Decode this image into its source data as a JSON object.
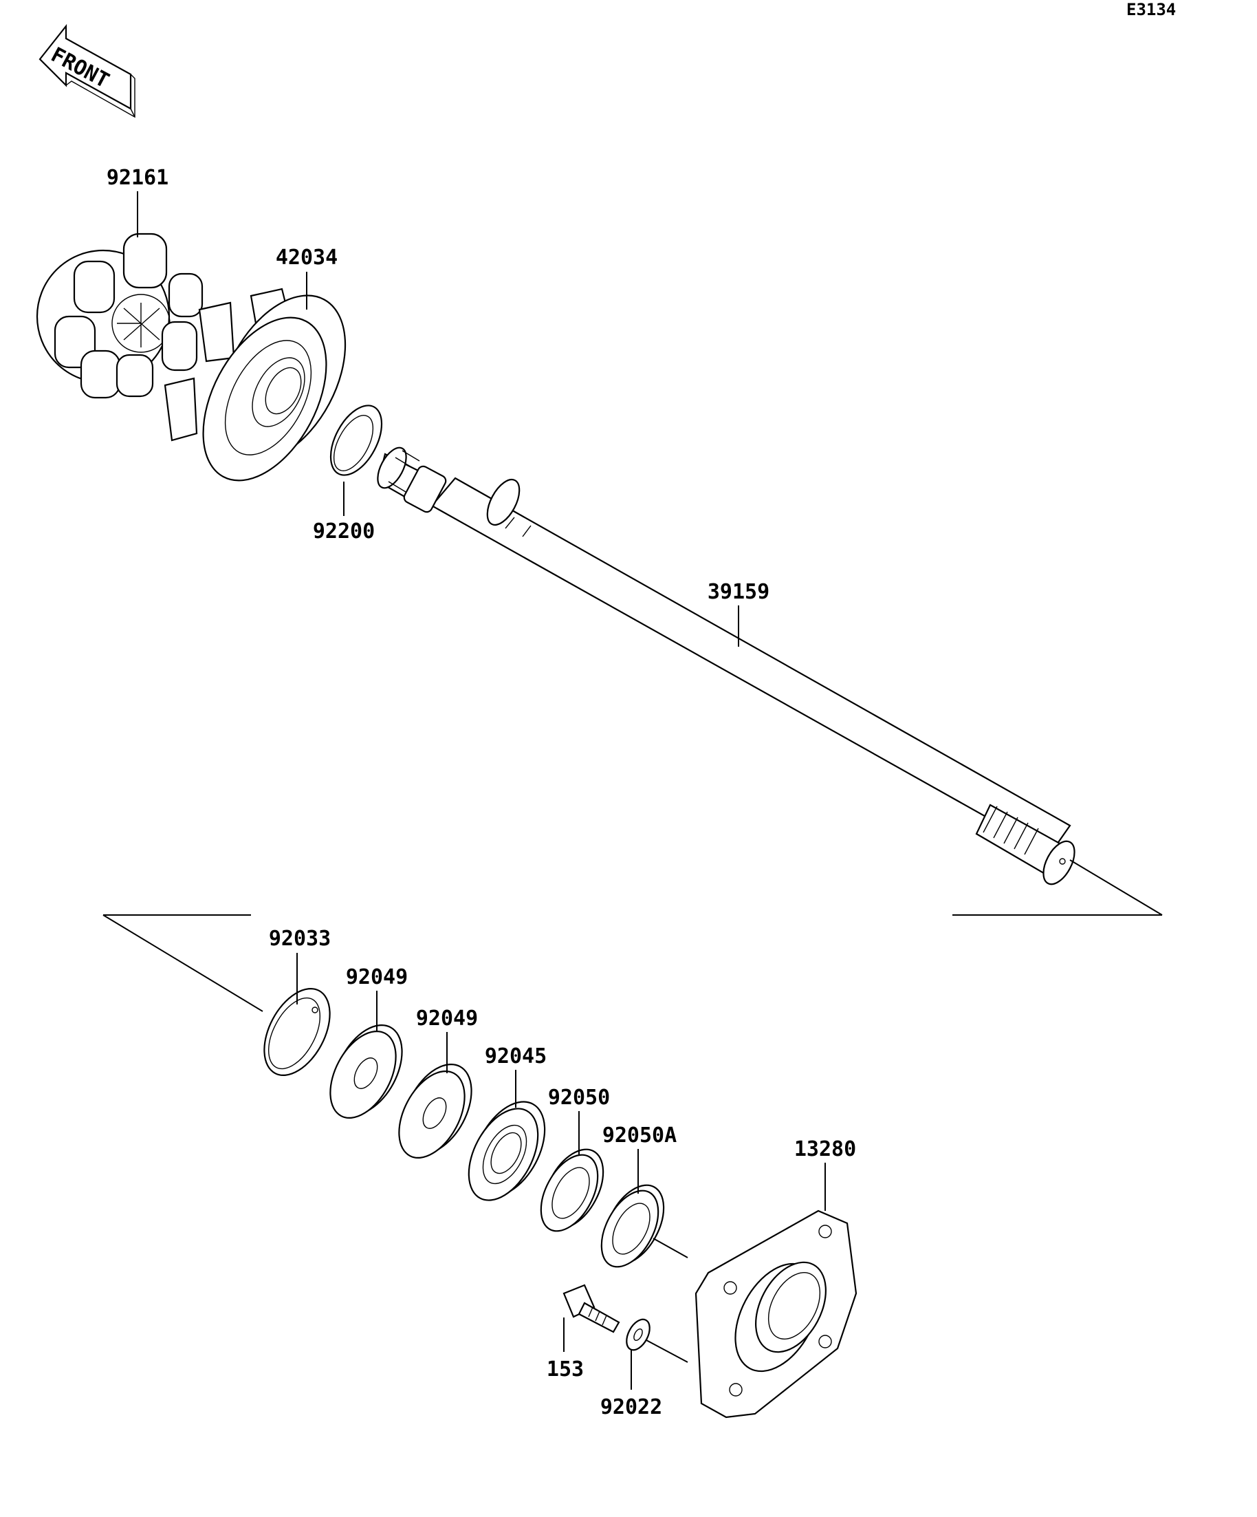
{
  "diagram_code": "E3134",
  "front_label": "FRONT",
  "parts": [
    {
      "id": "p92161",
      "number": "92161",
      "icon": "rubber-damper-icon"
    },
    {
      "id": "p42034",
      "number": "42034",
      "icon": "coupling-hub-icon"
    },
    {
      "id": "p92200",
      "number": "92200",
      "icon": "washer-icon"
    },
    {
      "id": "p39159",
      "number": "39159",
      "icon": "drive-shaft-icon"
    },
    {
      "id": "p92033",
      "number": "92033",
      "icon": "circlip-icon"
    },
    {
      "id": "p92049a",
      "number": "92049",
      "icon": "oil-seal-icon"
    },
    {
      "id": "p92049b",
      "number": "92049",
      "icon": "oil-seal-icon"
    },
    {
      "id": "p92045",
      "number": "92045",
      "icon": "ball-bearing-icon"
    },
    {
      "id": "p92050",
      "number": "92050",
      "icon": "o-ring-icon"
    },
    {
      "id": "p92050A",
      "number": "92050A",
      "icon": "o-ring-icon"
    },
    {
      "id": "p13280",
      "number": "13280",
      "icon": "bearing-housing-plate-icon"
    },
    {
      "id": "p153",
      "number": "153",
      "icon": "bolt-icon"
    },
    {
      "id": "p92022",
      "number": "92022",
      "icon": "washer-icon"
    }
  ]
}
